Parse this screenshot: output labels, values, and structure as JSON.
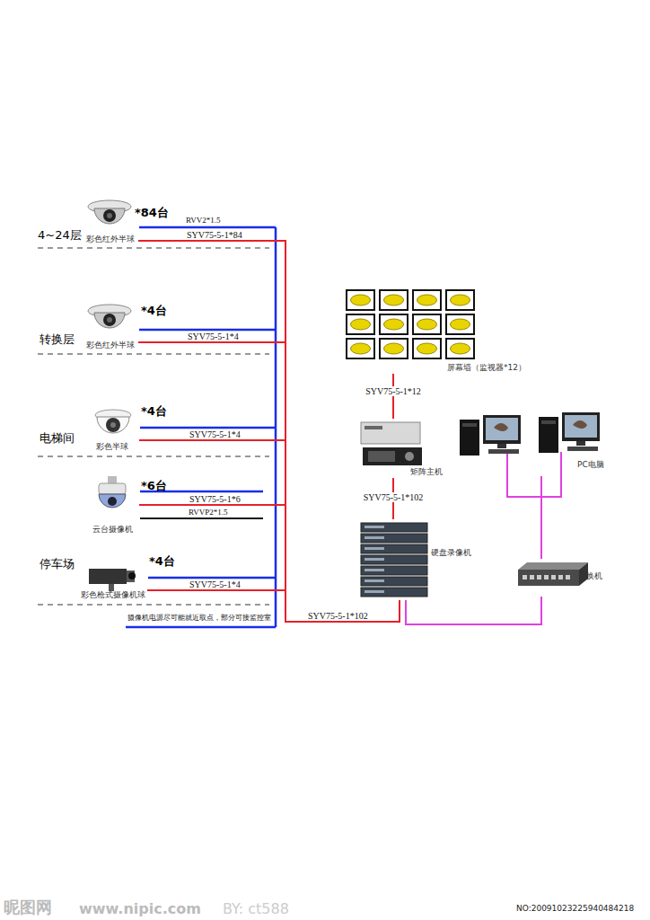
{
  "diagram": {
    "nodes": [
      {
        "text": [
          "彩色红外半球"
        ]
      },
      {
        "text": [
          "彩色红外半球"
        ]
      },
      {
        "text": [
          "彩色半球"
        ]
      },
      {
        "text": [
          "云台摄像机"
        ]
      },
      {
        "text": [
          "彩色枪式摄像机球"
        ]
      },
      {
        "text": [
          "屏幕墙（监视器*12）"
        ]
      },
      {
        "text": [
          "矩阵主机"
        ]
      },
      {
        "text": [
          "硬盘录像机"
        ]
      },
      {
        "text": [
          "PC电脑"
        ]
      },
      {
        "text": [
          "交换机"
        ]
      }
    ],
    "edges": [
      {
        "from": 0,
        "to": 7,
        "arrow": "none",
        "label": "SYV75-5-1*84"
      },
      {
        "from": 1,
        "to": 7,
        "arrow": "none",
        "label": "SYV75-5-1*4"
      },
      {
        "from": 2,
        "to": 7,
        "arrow": "none",
        "label": "SYV75-5-1*4"
      },
      {
        "from": 3,
        "to": 7,
        "arrow": "none",
        "label": "SYV75-5-1*6"
      },
      {
        "from": 4,
        "to": 7,
        "arrow": "none",
        "label": "SYV75-5-1*4"
      },
      {
        "from": 5,
        "to": 6,
        "arrow": "none",
        "label": "SYV75-5-1*12"
      },
      {
        "from": 6,
        "to": 7,
        "arrow": "none",
        "label": "SYV75-5-1*102"
      },
      {
        "from": 7,
        "to": 9,
        "arrow": "none"
      },
      {
        "from": 8,
        "to": 9,
        "arrow": "none"
      }
    ],
    "labels": [
      "4~24层",
      "转换层",
      "电梯间",
      "停车场",
      "*84台",
      "*4台",
      "*4台",
      "*6台",
      "*4台",
      "RVV2*1.5",
      "RVVP2*1.5",
      "摄像机电源尽可能就近取点，部分可接监控室",
      "SYV75-5-1*102",
      "昵图网",
      "www.nipic.com",
      "BY: ct588",
      "NO:20091023225940484218"
    ]
  }
}
